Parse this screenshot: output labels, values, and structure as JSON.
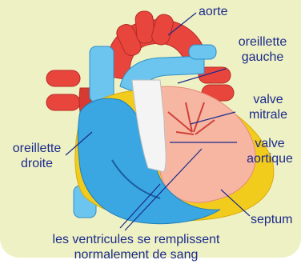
{
  "labels": {
    "aorte": "aorte",
    "oreillette_gauche": [
      "oreillette",
      "gauche"
    ],
    "valve_mitrale": [
      "valve",
      "mitrale"
    ],
    "valve_aortique": [
      "valve",
      "aortique"
    ],
    "oreillette_droite": [
      "oreillette",
      "droite"
    ],
    "septum": "septum",
    "caption": [
      "les ventricules se remplissent",
      "normalement de sang"
    ]
  },
  "colors": {
    "background": "#eef1c4",
    "label_text": "#1b2a8a",
    "leader_line": "#1b2a8a",
    "vessel_red": "#e8453c",
    "vessel_blue": "#6cc5ee",
    "pericardium_yellow": "#f2cc1c",
    "left_heart_pink": "#f6b6a2",
    "right_heart_blue": "#3aa7e3",
    "valve_white": "#f4f4f4"
  }
}
